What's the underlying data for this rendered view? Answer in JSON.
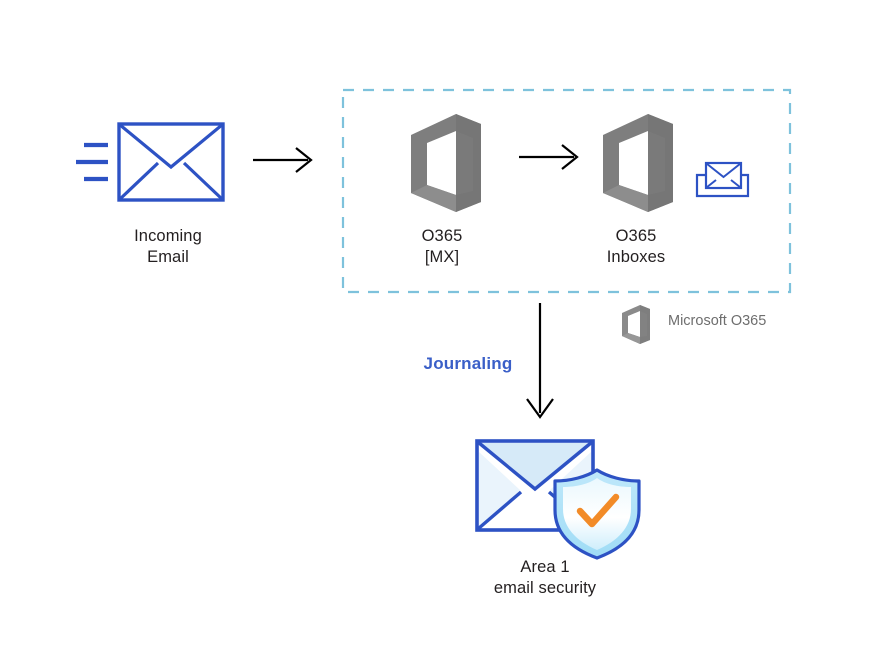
{
  "diagram": {
    "title": "Area 1 email security journaling flow with Microsoft O365",
    "background": "#ffffff",
    "colors": {
      "envelope_blue": "#2d52c4",
      "o365_grey": "#808080",
      "dashed_border": "#7ec2dc",
      "arrow_black": "#000000",
      "journaling_blue": "#3a5fc8",
      "shield_fill": "#d9f0fb",
      "check_orange": "#f28b28",
      "label_text": "#231f20",
      "legend_text": "#6e6e6e",
      "envelope_flap_fill": "#d6eaf8"
    },
    "nodes": [
      {
        "id": "incoming-email",
        "icon": "envelope-with-motion-lines-icon",
        "label_line1": "Incoming",
        "label_line2": "Email"
      },
      {
        "id": "o365-mx",
        "icon": "microsoft-office-365-icon",
        "label_line1": "O365",
        "label_line2": "[MX]"
      },
      {
        "id": "o365-inboxes",
        "icon": "microsoft-office-365-icon",
        "label_line1": "O365",
        "label_line2": "Inboxes",
        "badge_icon": "inbox-tray-envelope-icon"
      },
      {
        "id": "area1-email-security",
        "icon": "envelope-shield-check-icon",
        "label_line1": "Area 1",
        "label_line2": "email security"
      }
    ],
    "group": {
      "id": "o365-boundary",
      "style": "dashed",
      "label": ""
    },
    "edges": [
      {
        "id": "edge-incoming-to-mx",
        "from": "incoming-email",
        "to": "o365-mx",
        "label": "",
        "direction": "right"
      },
      {
        "id": "edge-mx-to-inboxes",
        "from": "o365-mx",
        "to": "o365-inboxes",
        "label": "",
        "direction": "right"
      },
      {
        "id": "edge-inboxes-to-area1",
        "from": "o365-boundary",
        "to": "area1-email-security",
        "label": "Journaling",
        "direction": "down"
      }
    ],
    "legend": {
      "icon": "microsoft-office-365-icon",
      "label": "Microsoft O365"
    }
  }
}
